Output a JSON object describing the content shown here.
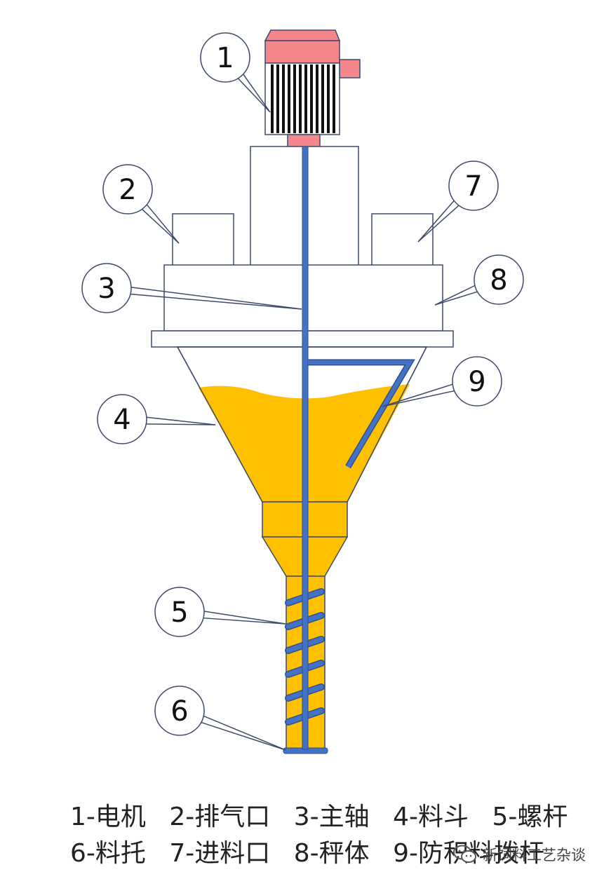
{
  "diagram": {
    "callouts": [
      {
        "id": "1",
        "target": "motor"
      },
      {
        "id": "2",
        "target": "exhaust-port"
      },
      {
        "id": "3",
        "target": "main-shaft"
      },
      {
        "id": "4",
        "target": "hopper"
      },
      {
        "id": "5",
        "target": "screw"
      },
      {
        "id": "6",
        "target": "material-tray"
      },
      {
        "id": "7",
        "target": "feed-inlet"
      },
      {
        "id": "8",
        "target": "scale-body"
      },
      {
        "id": "9",
        "target": "anti-bridging-rod"
      }
    ],
    "colors": {
      "material": "#FFC000",
      "shaft": "#4472C4",
      "motor": "#F4868C",
      "outline": "#3D4A6B"
    }
  },
  "legend": {
    "line1": [
      "1-电机",
      "2-排气口",
      "3-主轴",
      "4-料斗",
      "5-螺杆"
    ],
    "line2": [
      "6-料托",
      "7-进料口",
      "8-秤体",
      "9-防积料拨杆"
    ]
  },
  "watermark": {
    "text": "新饲料工艺杂谈",
    "icon": "wechat-icon"
  }
}
